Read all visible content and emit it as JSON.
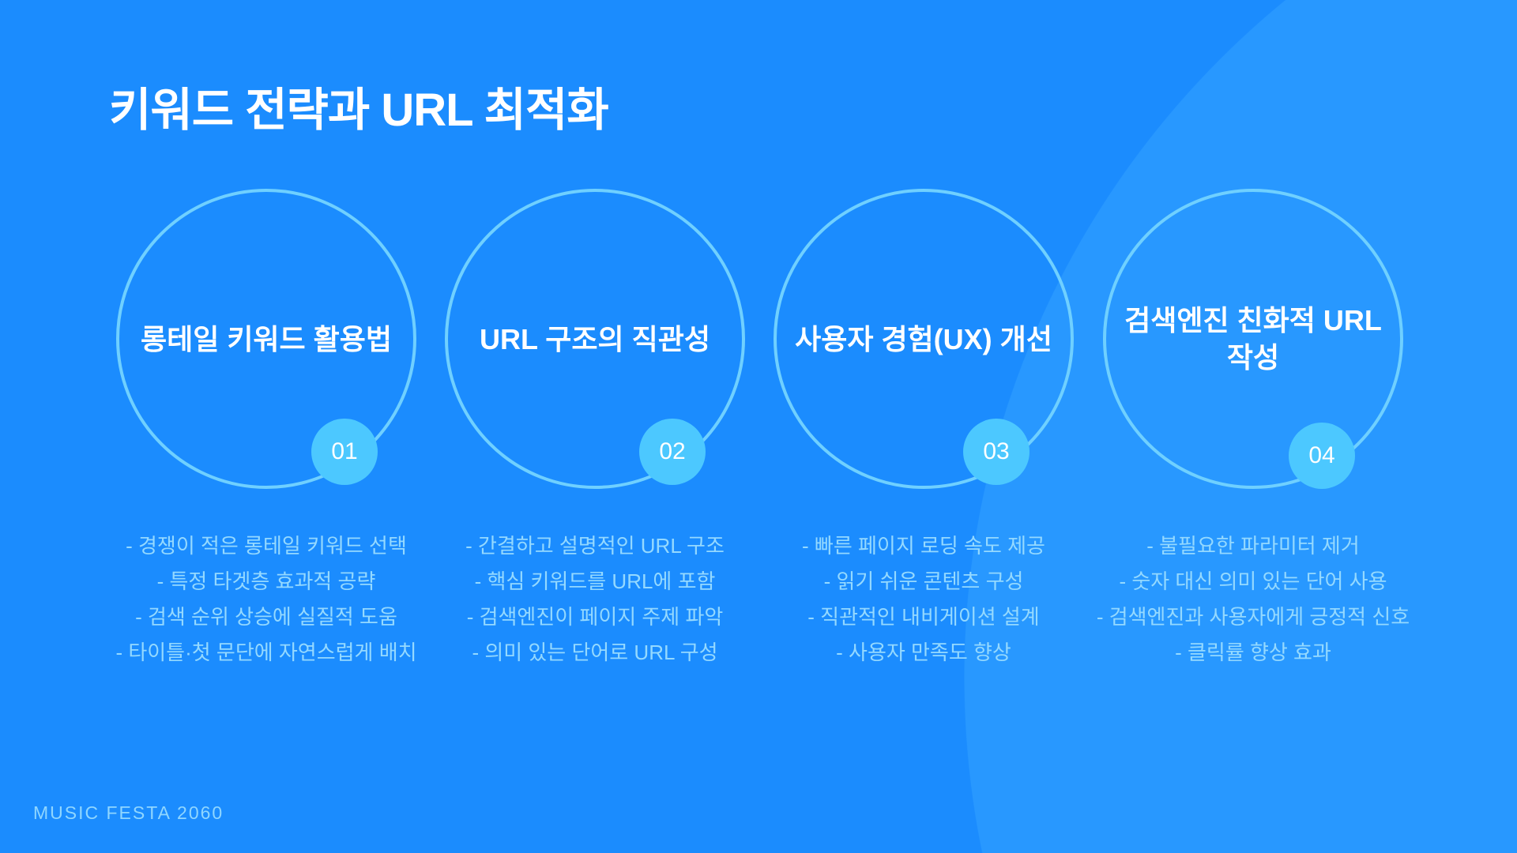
{
  "title": "키워드 전략과 URL 최적화",
  "cards": [
    {
      "number": "01",
      "title": "롱테일 키워드 활용법",
      "bullets": [
        "- 경쟁이 적은 롱테일 키워드 선택",
        "- 특정 타겟층 효과적 공략",
        "- 검색 순위 상승에 실질적 도움",
        "- 타이틀·첫 문단에 자연스럽게 배치"
      ]
    },
    {
      "number": "02",
      "title": "URL 구조의 직관성",
      "bullets": [
        "- 간결하고 설명적인 URL 구조",
        "- 핵심 키워드를 URL에 포함",
        "- 검색엔진이 페이지 주제 파악",
        "- 의미 있는 단어로 URL 구성"
      ]
    },
    {
      "number": "03",
      "title": "사용자 경험(UX) 개선",
      "bullets": [
        "- 빠른 페이지 로딩 속도 제공",
        "- 읽기 쉬운 콘텐츠 구성",
        "- 직관적인 내비게이션 설계",
        "- 사용자 만족도 향상"
      ]
    },
    {
      "number": "04",
      "title": "검색엔진 친화적 URL 작성",
      "bullets": [
        "- 불필요한 파라미터 제거",
        "- 숫자 대신 의미 있는 단어 사용",
        "- 검색엔진과 사용자에게 긍정적 신호",
        "- 클릭률 향상 효과"
      ]
    }
  ],
  "footer": "MUSIC FESTA 2060",
  "colors": {
    "background": "#1b8cfe",
    "ring": "#6fd0ff",
    "badge": "#4cc8ff",
    "bullet_text": "#94d9ff"
  }
}
